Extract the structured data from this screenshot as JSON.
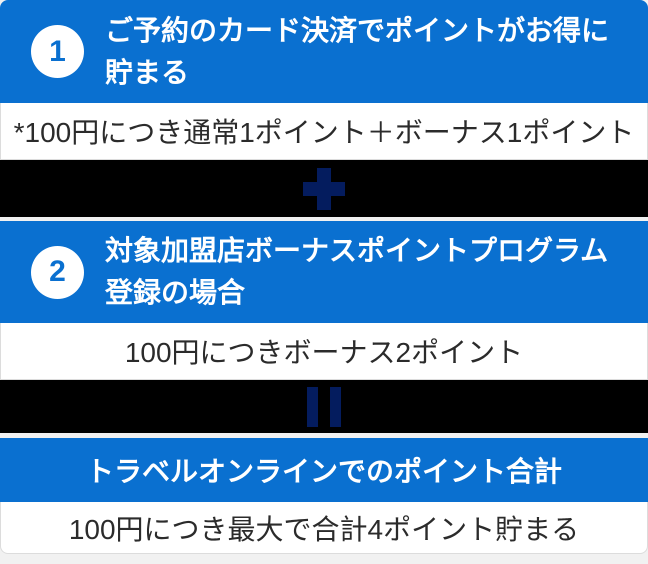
{
  "colors": {
    "primary_blue": "#0a70d0",
    "operator_navy": "#041c5e",
    "band_black": "#000000",
    "detail_text": "#2b2b2b",
    "page_bg": "#f1f1f1"
  },
  "steps": [
    {
      "badge": "1",
      "title_lines": [
        "ご予約のカード決済でポイントがお得に",
        "貯まる"
      ],
      "detail": "*100円につき通常1ポイント＋ボーナス1ポイント"
    },
    {
      "badge": "2",
      "title_lines": [
        "対象加盟店ボーナスポイントプログラム",
        "登録の場合"
      ],
      "detail": "100円につきボーナス2ポイント"
    }
  ],
  "operators": [
    {
      "icon": "plus-icon",
      "meaning": "+"
    },
    {
      "icon": "equals-icon",
      "meaning": "="
    }
  ],
  "total": {
    "header": "トラベルオンラインでのポイント合計",
    "detail": "100円につき最大で合計4ポイント貯まる"
  }
}
